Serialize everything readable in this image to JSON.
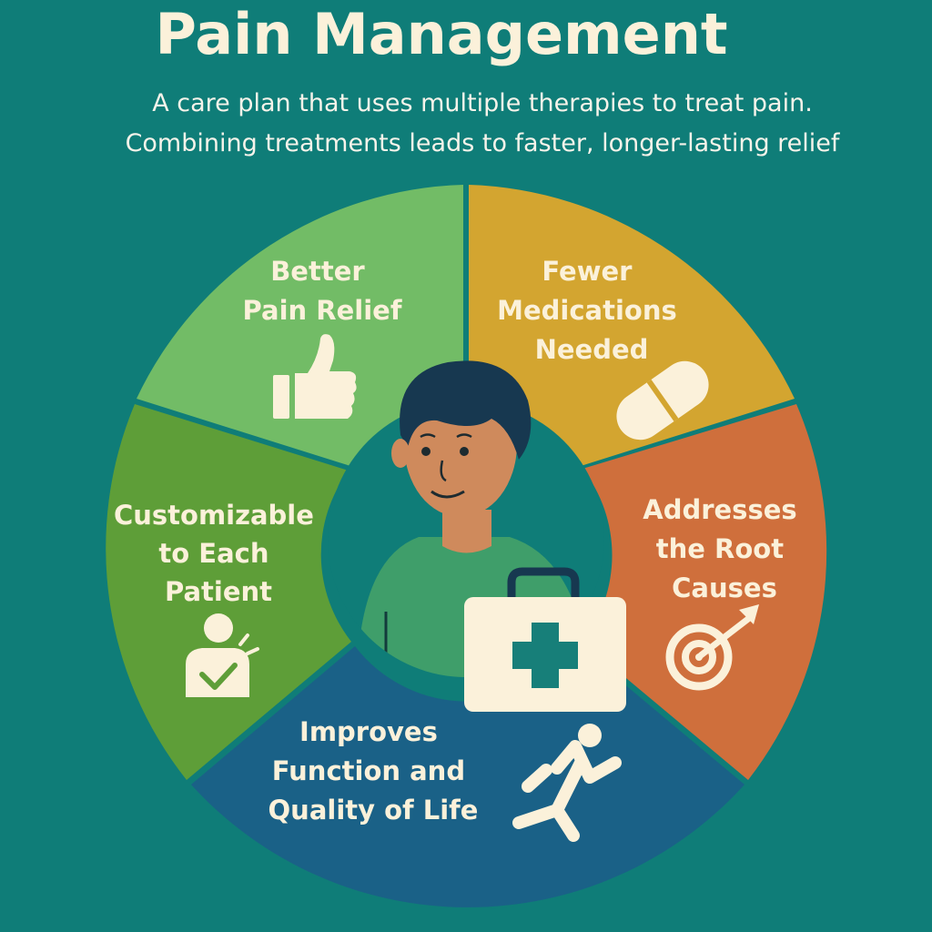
{
  "title": "Pain Management",
  "subtitle": {
    "line1": "A care plan that uses multiple therapies to treat pain.",
    "line2": "Combining treatments leads to faster, longer-lasting relief"
  },
  "colors": {
    "background": "#0f7d78",
    "better_pain_relief": "#72bc66",
    "fewer_medications": "#d3a530",
    "root_causes": "#cf6f3c",
    "function_quality": "#1a6187",
    "customizable": "#5e9e38",
    "center": "#0f7d78",
    "cream": "#fbf1da"
  },
  "segments": {
    "better_pain_relief": {
      "line1": "Better",
      "line2": "Pain Relief",
      "icon": "thumbs-up-icon"
    },
    "fewer_medications": {
      "line1": "Fewer",
      "line2": "Medications",
      "line3": "Needed",
      "icon": "pill-icon"
    },
    "root_causes": {
      "line1": "Addresses",
      "line2": "the Root",
      "line3": "Causes",
      "icon": "target-icon"
    },
    "function_quality": {
      "line1": "Improves",
      "line2": "Function and",
      "line3": "Quality of Life",
      "icon": "running-person-icon"
    },
    "customizable": {
      "line1": "Customizable",
      "line2": "to Each",
      "line3": "Patient",
      "icon": "patient-check-icon"
    }
  },
  "center": {
    "person_icon": "patient-avatar-icon",
    "kit_icon": "first-aid-kit-icon"
  }
}
